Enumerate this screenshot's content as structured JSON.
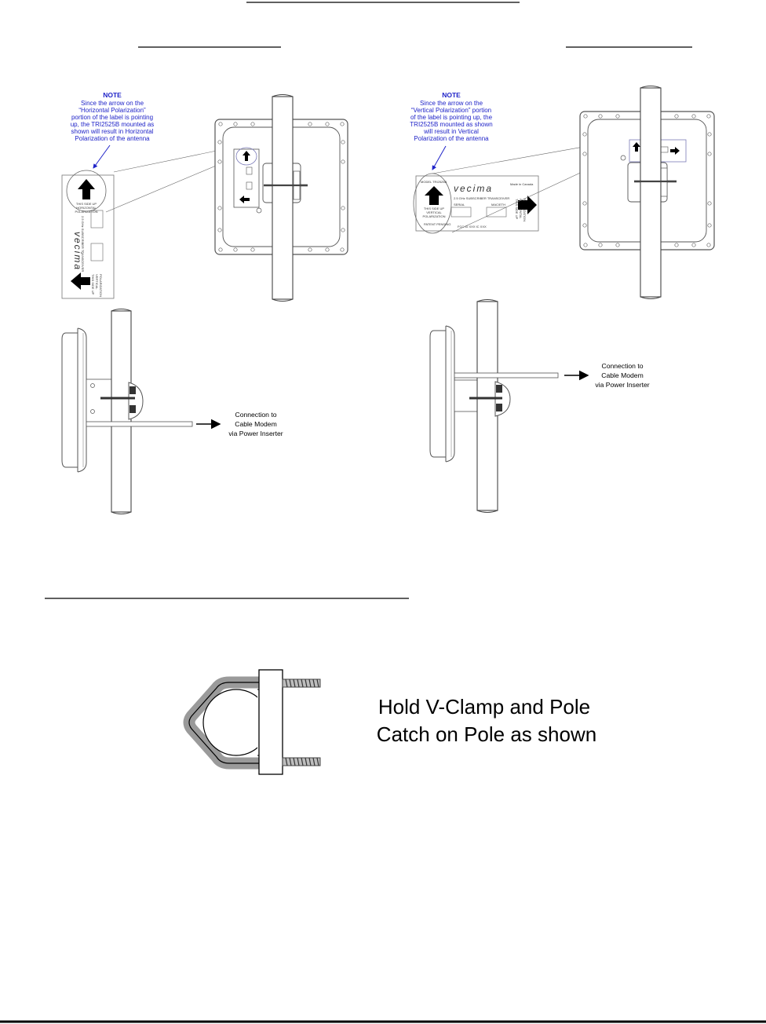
{
  "left_note": {
    "title": "NOTE",
    "lines": [
      "Since the arrow on the",
      "“Horizontal Polarization”",
      "portion of the label is pointing",
      "up, the TRI2525B mounted as",
      "shown will result in Horizontal",
      "Polarization of the antenna"
    ]
  },
  "right_note": {
    "title": "NOTE",
    "lines": [
      "Since the arrow on the",
      "“Vertical Polarization” portion",
      "of the label is pointing up, the",
      "TRI2525B mounted as shown",
      "will result in Vertical",
      "Polarization of the antenna"
    ]
  },
  "left_label": {
    "logo": "vecima",
    "title": "2.5 GHz SUBSCRIBER TRANSCEIVER",
    "side_up_1": "THIS SIDE UP",
    "side_up_2": "HORIZONTAL",
    "side_up_3": "POLARIZATION",
    "side_up_b1": "THIS SIDE UP",
    "side_up_b2": "VERTICAL",
    "side_up_b3": "POLARIZATION"
  },
  "right_label": {
    "logo": "vecima",
    "title": "2.5 GHz SUBSCRIBER TRANSCEIVER",
    "model": "MODEL TRI2525B",
    "made_in": "Made in Canada",
    "side_up_1": "THIS SIDE UP",
    "side_up_2": "VERTICAL",
    "side_up_3": "POLARIZATION",
    "side_up_r1": "THIS SIDE UP",
    "side_up_r2": "HORIZONTAL",
    "side_up_r3": "POLARIZATION",
    "serial": "SERIAL",
    "mac": "MAC/ETH",
    "patent": "PATENT PENDING",
    "footer": "FCC ID XXX  IC  XXX"
  },
  "left_connection": [
    "Connection to",
    "Cable Modem",
    "via Power Inserter"
  ],
  "right_connection": [
    "Connection to",
    "Cable Modem",
    "via Power Inserter"
  ],
  "clamp_caption": [
    "Hold V-Clamp and Pole",
    "Catch on Pole as shown"
  ]
}
